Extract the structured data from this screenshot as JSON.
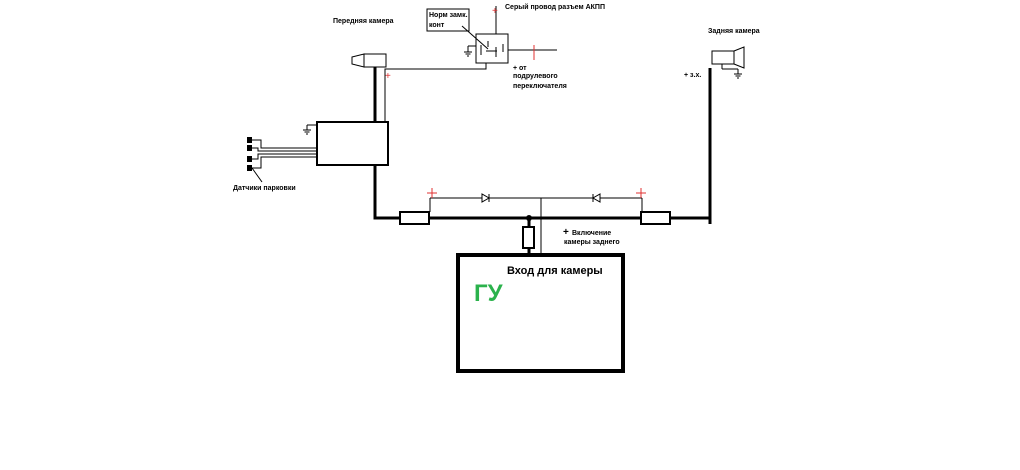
{
  "labels": {
    "front_camera": "Передняя камера",
    "rear_camera": "Задняя камера",
    "relay_note_line1": "Норм замк.",
    "relay_note_line2": "конт",
    "gray_wire": "Серый провод разъем АКПП",
    "from_line1": "+ от",
    "from_line2": "подрулевого",
    "from_line3": "переключателя",
    "reverse_light": "+ з.х.",
    "parking_sensors": "Датчики парковки",
    "rear_on_line1": "Включение",
    "rear_on_line2": "камеры заднего",
    "camera_input": "Вход для камеры",
    "head_unit": "ГУ",
    "plus": "+"
  },
  "colors": {
    "wire": "#000000",
    "polarity": "#e03030",
    "head_unit_text": "#2bb24c"
  }
}
